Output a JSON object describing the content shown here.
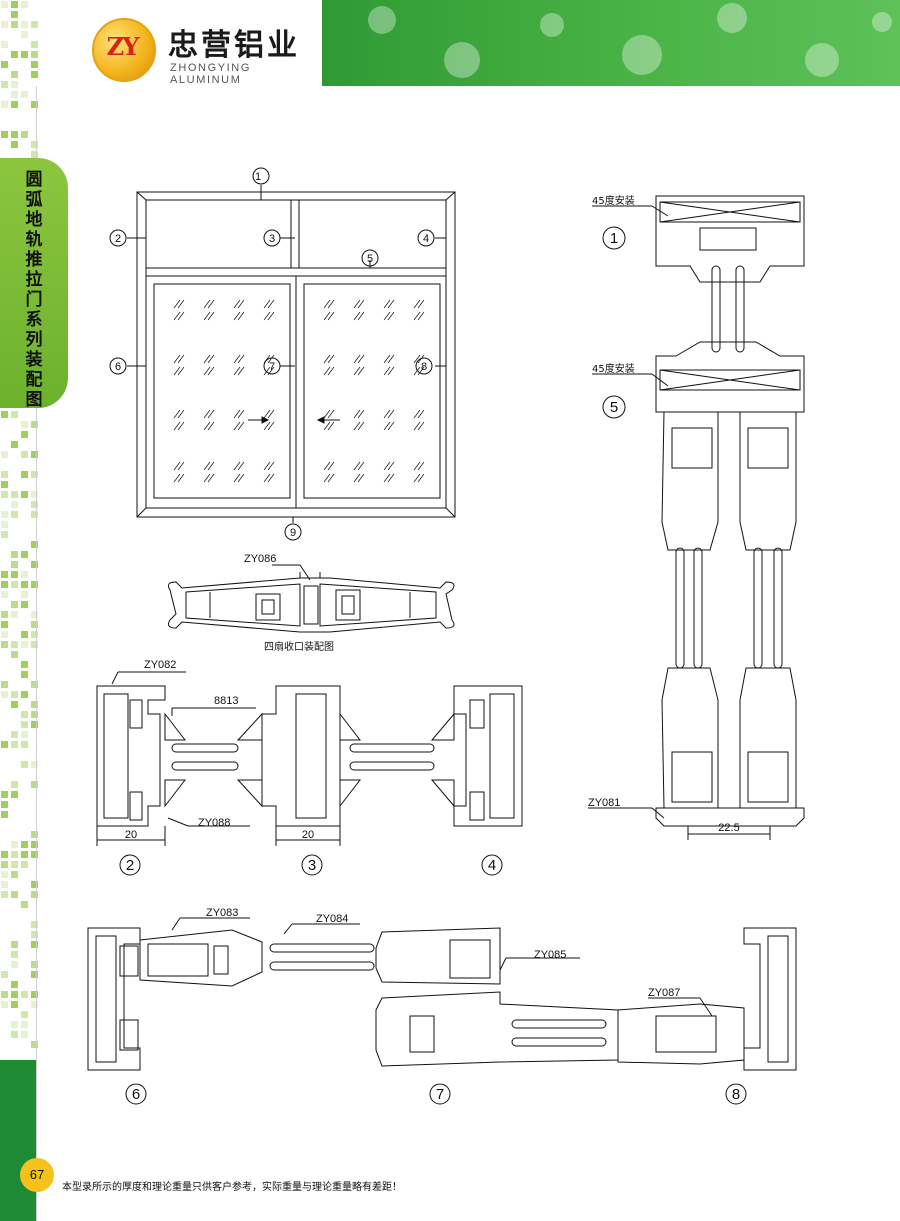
{
  "header": {
    "logo_mark": "ZY",
    "brand_cn": "忠营铝业",
    "brand_en": "ZHONGYING ALUMINUM",
    "accent": "#4cb548",
    "logo_gold": "#f2b21a"
  },
  "side_title": "圆弧地轨推拉门系列装配图",
  "elevation": {
    "callouts": [
      "1",
      "2",
      "3",
      "4",
      "5",
      "6",
      "7",
      "8",
      "9"
    ]
  },
  "section_labels": {
    "zy086": "ZY086",
    "four_sash_caption": "四扇收口装配图",
    "zy082": "ZY082",
    "p8813": "8813",
    "zy088": "ZY088",
    "dim_20a": "20",
    "dim_20b": "20",
    "n2": "2",
    "n3": "3",
    "n4": "4",
    "zy083": "ZY083",
    "zy084": "ZY084",
    "zy085": "ZY085",
    "zy087": "ZY087",
    "n6": "6",
    "n7": "7",
    "n8": "8"
  },
  "vertical_section": {
    "miter_1": "45度安装",
    "miter_5": "45度安装",
    "n1": "1",
    "n5": "5",
    "zy081": "ZY081",
    "dim_22_5": "22.5"
  },
  "footer": {
    "page_number": "67",
    "note": "本型录所示的厚度和理论重量只供客户参考，实际重量与理论重量略有差距！"
  }
}
